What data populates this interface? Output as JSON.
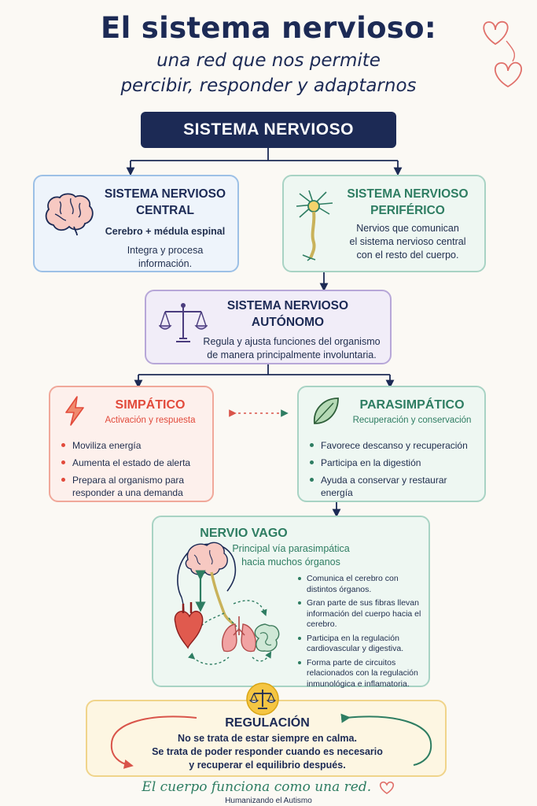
{
  "header": {
    "title": "El sistema nervioso:",
    "subtitle_line1": "una red que nos permite",
    "subtitle_line2": "percibir, responder y adaptarnos"
  },
  "root": {
    "label": "SISTEMA NERVIOSO"
  },
  "central": {
    "title_line1": "SISTEMA NERVIOSO",
    "title_line2": "CENTRAL",
    "subtitle": "Cerebro + médula espinal",
    "desc_line1": "Integra y procesa",
    "desc_line2": "información."
  },
  "periferico": {
    "title_line1": "SISTEMA NERVIOSO",
    "title_line2": "PERIFÉRICO",
    "desc_line1": "Nervios que comunican",
    "desc_line2": "el sistema nervioso central",
    "desc_line3": "con el resto del cuerpo."
  },
  "autonomo": {
    "title_line1": "SISTEMA NERVIOSO",
    "title_line2": "AUTÓNOMO",
    "desc_line1": "Regula y ajusta funciones del organismo",
    "desc_line2": "de manera principalmente involuntaria."
  },
  "simpatico": {
    "title": "SIMPÁTICO",
    "subtitle": "Activación y respuesta",
    "items": [
      "Moviliza energía",
      "Aumenta el estado de alerta",
      "Prepara al organismo para responder a una demanda"
    ]
  },
  "parasimpatico": {
    "title": "PARASIMPÁTICO",
    "subtitle": "Recuperación y conservación",
    "items": [
      "Favorece descanso y recuperación",
      "Participa en la digestión",
      "Ayuda a conservar y restaurar energía"
    ]
  },
  "vago": {
    "title": "NERVIO VAGO",
    "subtitle_line1": "Principal vía parasimpática",
    "subtitle_line2": "hacia muchos órganos",
    "items": [
      "Comunica el cerebro con distintos órganos.",
      "Gran parte de sus fibras llevan información del cuerpo hacia el cerebro.",
      "Participa en la regulación cardiovascular y digestiva.",
      "Forma parte de circuitos relacionados con la regulación inmunológica e inflamatoria."
    ]
  },
  "regulacion": {
    "title": "REGULACIÓN",
    "line1": "No se trata de estar siempre en calma.",
    "line2": "Se trata de poder responder cuando es necesario",
    "line3": "y recuperar el equilibrio después."
  },
  "footer": {
    "tagline": "El cuerpo funciona como una red.",
    "credit": "Humanizando el Autismo"
  },
  "colors": {
    "navy": "#1c2a55",
    "blue_border": "#9cc0e6",
    "blue_bg": "#eef4fb",
    "green_border": "#a8d3c4",
    "green_bg": "#eef7f2",
    "green_text": "#2e7d62",
    "purple_border": "#b7a7d8",
    "purple_bg": "#f1edf8",
    "red_border": "#f0a89a",
    "red_bg": "#fdf0ec",
    "red_text": "#e24a3b",
    "yellow_border": "#f0d48a",
    "yellow_bg": "#fdf6e2"
  }
}
